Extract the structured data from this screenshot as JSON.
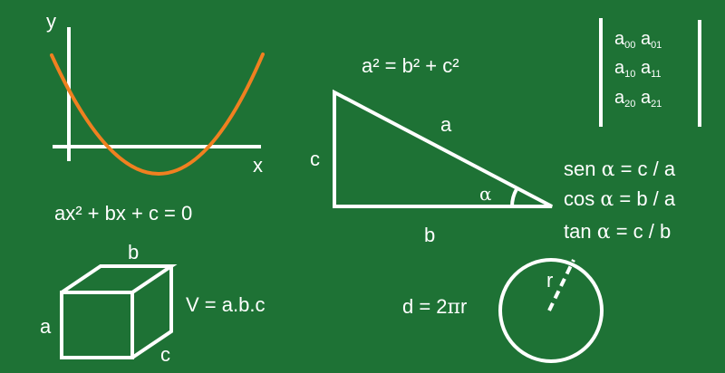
{
  "colors": {
    "board": "#1e7235",
    "chalk": "#ffffff",
    "curve": "#f08020"
  },
  "parabola": {
    "y_label": "y",
    "x_label": "x",
    "equation": "ax² + bx + c = 0"
  },
  "pythagoras": {
    "equation": "a² = b² + c²",
    "side_a": "a",
    "side_b": "b",
    "side_c": "c",
    "angle": "α",
    "trig": [
      {
        "fn": "sen",
        "angle": "α",
        "rhs": "= c / a"
      },
      {
        "fn": "cos",
        "angle": "α",
        "rhs": "= b / a"
      },
      {
        "fn": "tan",
        "angle": "α",
        "rhs": "= c / b"
      }
    ]
  },
  "matrix": {
    "rows": [
      [
        {
          "base": "a",
          "sub": "00"
        },
        {
          "base": "a",
          "sub": "01"
        }
      ],
      [
        {
          "base": "a",
          "sub": "10"
        },
        {
          "base": "a",
          "sub": "11"
        }
      ],
      [
        {
          "base": "a",
          "sub": "20"
        },
        {
          "base": "a",
          "sub": "21"
        }
      ]
    ]
  },
  "cube": {
    "label_a": "a",
    "label_b": "b",
    "label_c": "c",
    "volume": "V = a.b.c"
  },
  "circle": {
    "radius_label": "r",
    "diameter_prefix": "d = 2",
    "pi": "π",
    "diameter_suffix": "r"
  }
}
